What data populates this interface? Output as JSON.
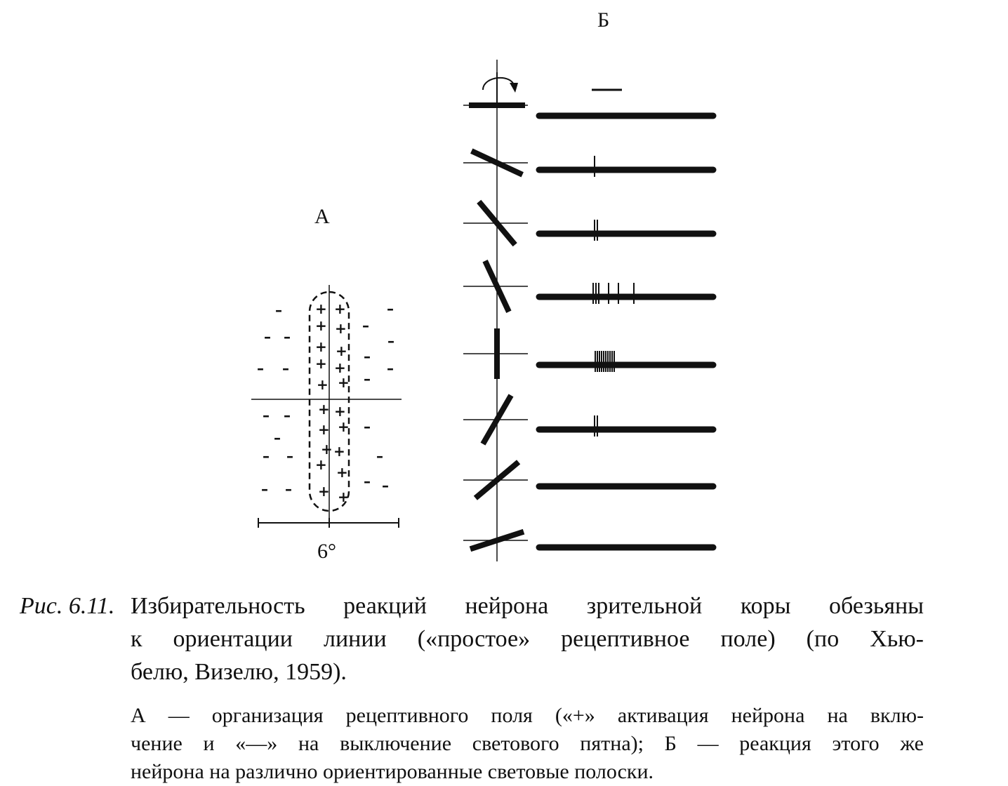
{
  "panels": {
    "a_label": "А",
    "b_label": "Б",
    "scale_label": "6°"
  },
  "receptive_field": {
    "on_symbol": "+",
    "off_symbol": "–"
  },
  "responses": {
    "stimulus_angles_deg": [
      0,
      -25,
      -50,
      -65,
      -90,
      60,
      40,
      18
    ],
    "spike_counts": [
      0,
      1,
      2,
      6,
      10,
      2,
      0,
      0
    ],
    "offset_marker": "—"
  },
  "caption": {
    "prefix": "Рис. 6.11.",
    "lines": [
      "Избирательность реакций нейрона зрительной коры обезьяны",
      "к ориентации линии («простое» рецептивное поле) (по Хью-",
      "белю, Визелю, 1959)."
    ]
  },
  "legend": {
    "lines": [
      "А — организация рецептивного поля («+» активация нейрона на вклю-",
      "чение и «—» на выключение светового пятна); Б — реакция этого же",
      "нейрона на различно ориентированные световые полоски."
    ]
  }
}
